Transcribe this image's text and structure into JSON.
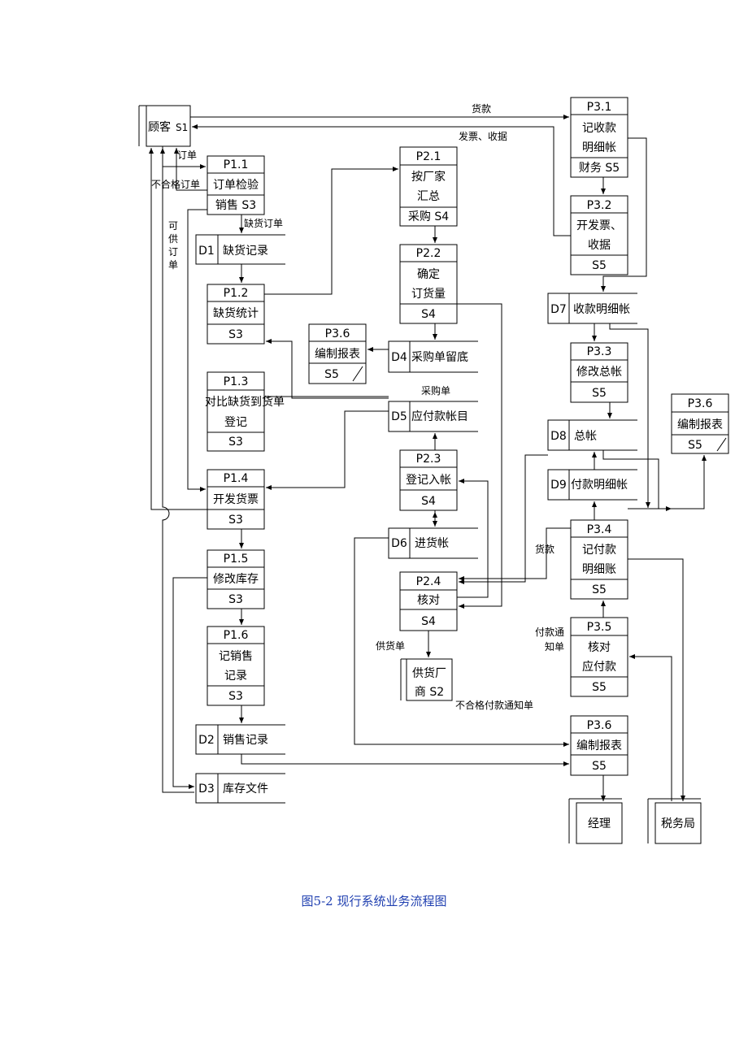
{
  "caption": "图5-2 现行系统业务流程图",
  "entities": {
    "customer": [
      "顾客",
      "S1"
    ],
    "supplier": [
      "供货厂",
      "商 S2"
    ],
    "manager": "经理",
    "tax": "税务局"
  },
  "processes": {
    "p11": {
      "id": "P1.1",
      "lines": [
        "订单检验"
      ],
      "dept": "销售 S3"
    },
    "p12": {
      "id": "P1.2",
      "lines": [
        "缺货统计"
      ],
      "dept": "S3"
    },
    "p13": {
      "id": "P1.3",
      "lines": [
        "对比缺货到货单",
        "登记"
      ],
      "dept": "S3"
    },
    "p14": {
      "id": "P1.4",
      "lines": [
        "开发货票"
      ],
      "dept": "S3"
    },
    "p15": {
      "id": "P1.5",
      "lines": [
        "修改库存"
      ],
      "dept": "S3"
    },
    "p16": {
      "id": "P1.6",
      "lines": [
        "记销售",
        "记录"
      ],
      "dept": "S3"
    },
    "p21": {
      "id": "P2.1",
      "lines": [
        "按厂家",
        "汇总"
      ],
      "dept": "采购 S4"
    },
    "p22": {
      "id": "P2.2",
      "lines": [
        "确定",
        "订货量"
      ],
      "dept": "S4"
    },
    "p23": {
      "id": "P2.3",
      "lines": [
        "登记入帐"
      ],
      "dept": "S4"
    },
    "p24": {
      "id": "P2.4",
      "lines": [
        "核对"
      ],
      "dept": "S4"
    },
    "p31": {
      "id": "P3.1",
      "lines": [
        "记收款",
        "明细帐"
      ],
      "dept": "财务 S5"
    },
    "p32": {
      "id": "P3.2",
      "lines": [
        "开发票、",
        "收据"
      ],
      "dept": "S5"
    },
    "p33": {
      "id": "P3.3",
      "lines": [
        "修改总帐"
      ],
      "dept": "S5"
    },
    "p34": {
      "id": "P3.4",
      "lines": [
        "记付款",
        "明细账"
      ],
      "dept": "S5"
    },
    "p35": {
      "id": "P3.5",
      "lines": [
        "核对",
        "应付款"
      ],
      "dept": "S5"
    },
    "p36a": {
      "id": "P3.6",
      "lines": [
        "编制报表"
      ],
      "dept": "S5"
    },
    "p36b": {
      "id": "P3.6",
      "lines": [
        "编制报表"
      ],
      "dept": "S5"
    },
    "p36c": {
      "id": "P3.6",
      "lines": [
        "编制报表"
      ],
      "dept": "S5"
    }
  },
  "stores": {
    "d1": {
      "id": "D1",
      "name": "缺货记录"
    },
    "d2": {
      "id": "D2",
      "name": "销售记录"
    },
    "d3": {
      "id": "D3",
      "name": "库存文件"
    },
    "d4": {
      "id": "D4",
      "name": "采购单留底"
    },
    "d5": {
      "id": "D5",
      "name": "应付款帐目"
    },
    "d6": {
      "id": "D6",
      "name": "进货帐"
    },
    "d7": {
      "id": "D7",
      "name": "收款明细帐"
    },
    "d8": {
      "id": "D8",
      "name": "总帐"
    },
    "d9": {
      "id": "D9",
      "name": "付款明细帐"
    }
  },
  "labels": {
    "payment_top": "货款",
    "invoice_receipt": "发票、收据",
    "order": "订单",
    "bad_order": "不合格订单",
    "shortage_order": "缺货订单",
    "available_order": [
      "可",
      "供",
      "订",
      "单"
    ],
    "purchase_order": "采购单",
    "payment_mid": "货款",
    "supply_note": "供货单",
    "pay_notice": [
      "付款通",
      "知单"
    ],
    "bad_pay_notice": "不合格付款通知单"
  }
}
